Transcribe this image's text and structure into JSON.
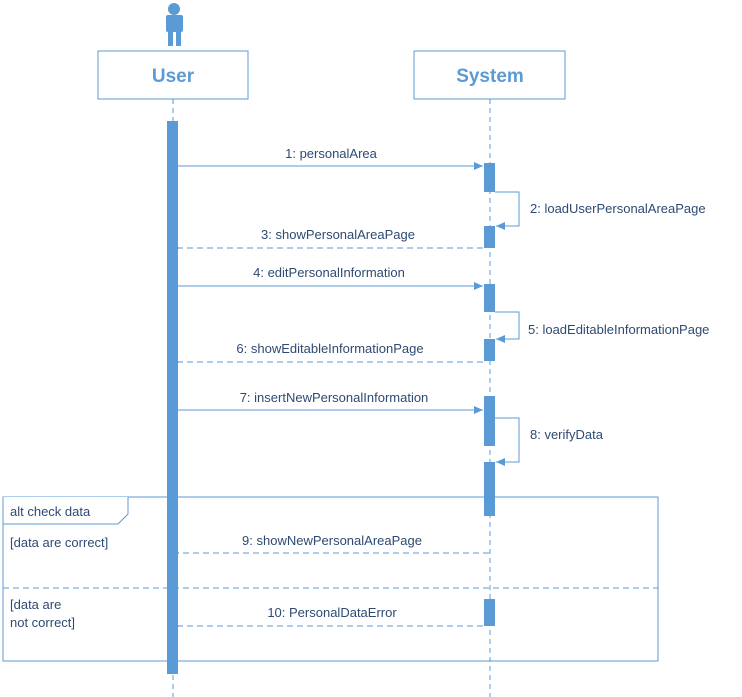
{
  "lifelines": {
    "user": "User",
    "system": "System"
  },
  "messages": [
    {
      "label": "1: personalArea"
    },
    {
      "label": "2: loadUserPersonalAreaPage"
    },
    {
      "label": "3: showPersonalAreaPage"
    },
    {
      "label": "4: editPersonalInformation"
    },
    {
      "label": "5: loadEditableInformationPage"
    },
    {
      "label": "6: showEditableInformationPage"
    },
    {
      "label": "7: insertNewPersonalInformation"
    },
    {
      "label": "8: verifyData"
    },
    {
      "label": "9: showNewPersonalAreaPage"
    },
    {
      "label": "10: PersonalDataError"
    }
  ],
  "alt_frame": {
    "title": "alt check data",
    "guard_1": "[data are correct]",
    "guard_2_line1": "[data are",
    "guard_2_line2": "not correct]"
  },
  "colors": {
    "accent": "#5b9bd5",
    "text": "#2e4a73",
    "background": "#ffffff"
  }
}
